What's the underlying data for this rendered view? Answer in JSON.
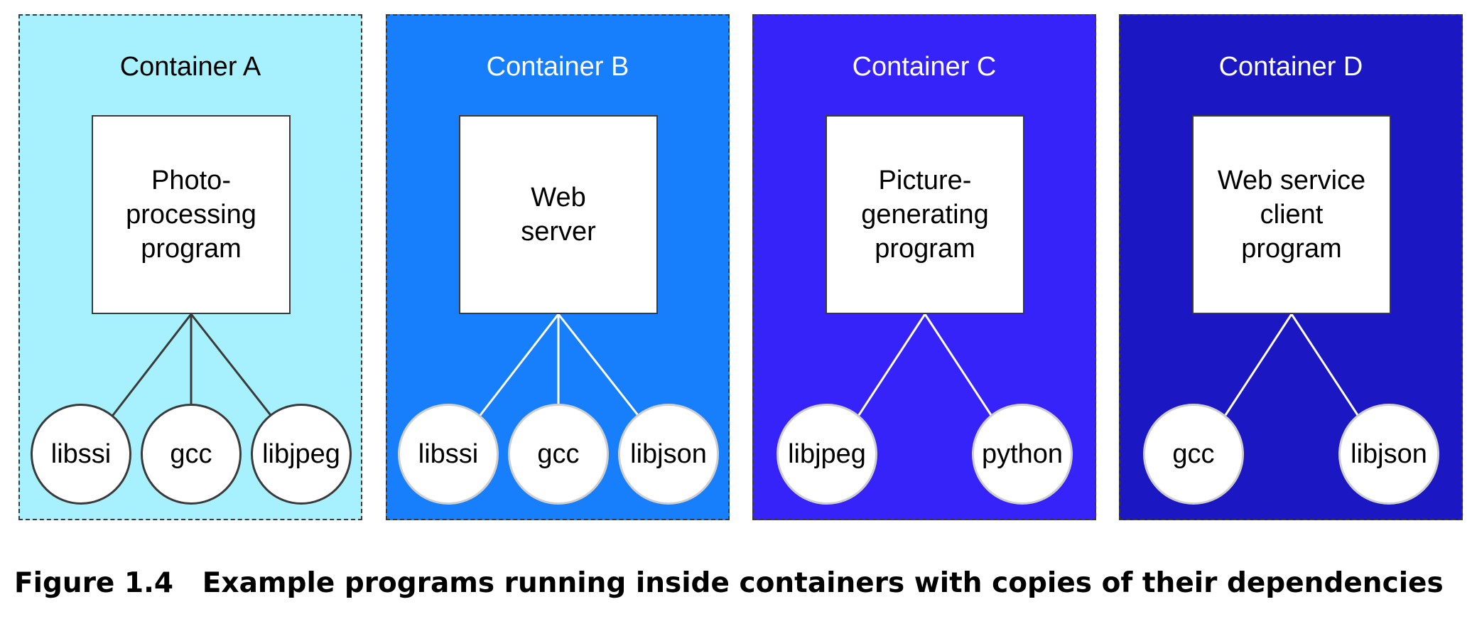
{
  "containers": [
    {
      "title": "Container A",
      "program_lines": [
        "Photo-",
        "processing",
        "program"
      ],
      "libs": [
        "libssi",
        "gcc",
        "libjpeg"
      ]
    },
    {
      "title": "Container B",
      "program_lines": [
        "Web",
        "server"
      ],
      "libs": [
        "libssi",
        "gcc",
        "libjson"
      ]
    },
    {
      "title": "Container C",
      "program_lines": [
        "Picture-",
        "generating",
        "program"
      ],
      "libs": [
        "libjpeg",
        "python"
      ]
    },
    {
      "title": "Container D",
      "program_lines": [
        "Web service",
        "client",
        "program"
      ],
      "libs": [
        "gcc",
        "libjson"
      ]
    }
  ],
  "colors": {
    "container_a": "#a6f1fd",
    "container_b": "#177ffc",
    "container_c": "#3523fa",
    "container_d": "#1a17c3",
    "dark_link": "#3a3a3a",
    "light_link": "#ffffff"
  },
  "caption": {
    "label": "Figure 1.4",
    "text": "Example programs running inside containers with copies of their dependencies"
  }
}
